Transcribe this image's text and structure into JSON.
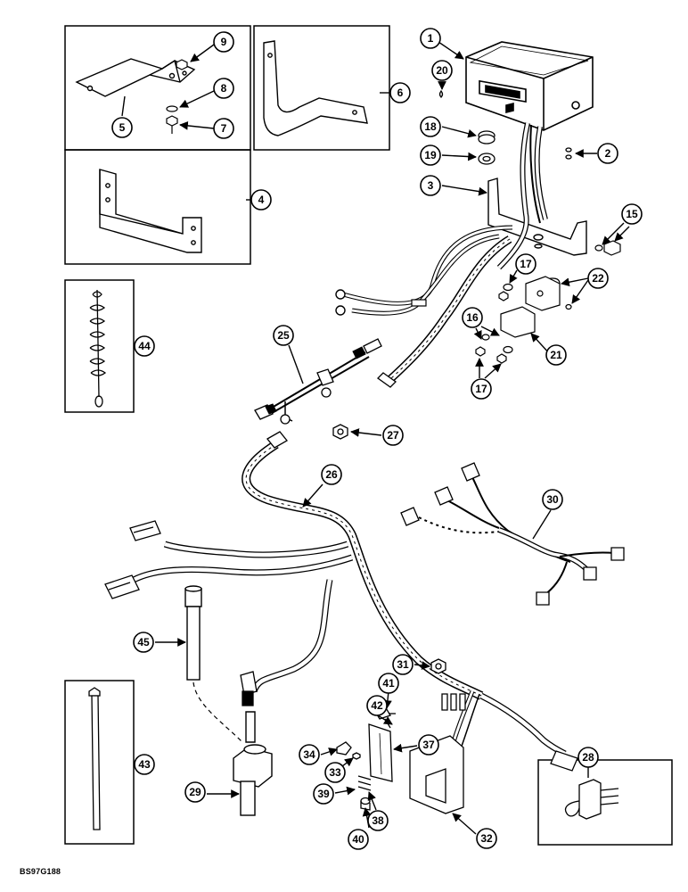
{
  "document_id": "BS97G188",
  "callouts": {
    "c1": "1",
    "c2": "2",
    "c3": "3",
    "c4": "4",
    "c5": "5",
    "c6": "6",
    "c7": "7",
    "c8": "8",
    "c9": "9",
    "c15": "15",
    "c16": "16",
    "c17a": "17",
    "c17b": "17",
    "c18": "18",
    "c19": "19",
    "c20": "20",
    "c21": "21",
    "c22": "22",
    "c25": "25",
    "c26": "26",
    "c27": "27",
    "c28": "28",
    "c29": "29",
    "c30": "30",
    "c31": "31",
    "c32": "32",
    "c33": "33",
    "c34": "34",
    "c37": "37",
    "c38": "38",
    "c39": "39",
    "c40": "40",
    "c41": "41",
    "c42": "42",
    "c43": "43",
    "c44": "44",
    "c45": "45"
  }
}
